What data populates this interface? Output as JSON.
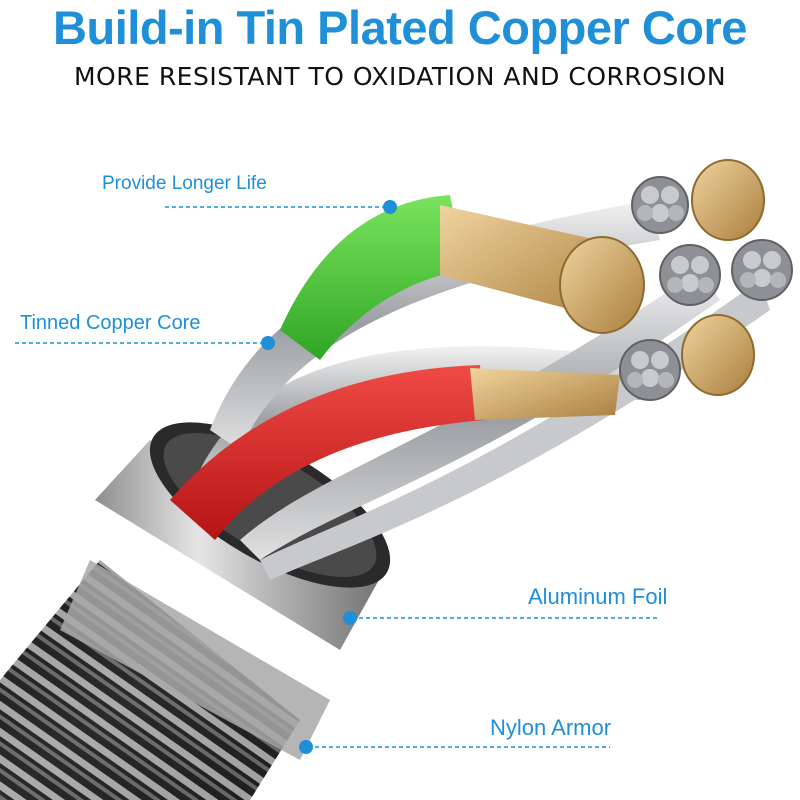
{
  "header": {
    "title": "Build-in Tin Plated Copper Core",
    "subtitle": "MORE RESISTANT TO OXIDATION AND CORROSION"
  },
  "callouts": {
    "longer_life": "Provide Longer Life",
    "tinned_core": "Tinned Copper Core",
    "aluminum_foil": "Aluminum Foil",
    "nylon_armor": "Nylon Armor"
  },
  "colors": {
    "accent_blue": "#1f8fd8",
    "wire_green": "#49c93a",
    "wire_red": "#d8282a",
    "copper": "#c9a060",
    "tinned_silver": "#b8babd",
    "foil": "#c5c5c5",
    "nylon_dark": "#2a2a2a"
  }
}
